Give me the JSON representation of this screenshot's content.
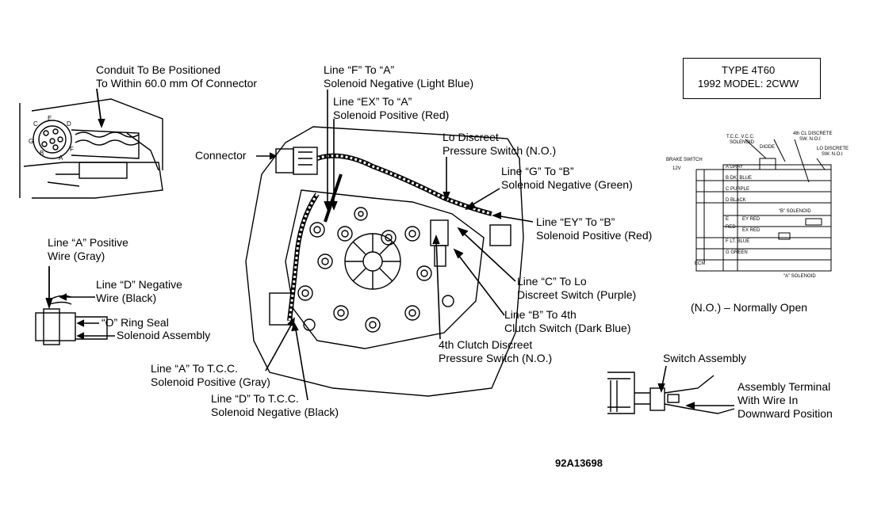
{
  "labels": {
    "conduit_1": "Conduit To Be Positioned",
    "conduit_2": "To Within 60.0 mm Of Connector",
    "line_f_1": "Line “F” To “A”",
    "line_f_2": "Solenoid Negative (Light Blue)",
    "line_ex_1": "Line “EX” To “A”",
    "line_ex_2": "Solenoid Positive (Red)",
    "lo_1": "Lo Discreet",
    "lo_2": "Pressure Switch (N.O.)",
    "line_g_1": "Line “G” To “B”",
    "line_g_2": "Solenoid Negative (Green)",
    "line_ey_1": "Line “EY” To “B”",
    "line_ey_2": "Solenoid Positive (Red)",
    "connector": "Connector",
    "line_a_pos_1": "Line “A” Positive",
    "line_a_pos_2": "Wire (Gray)",
    "line_d_neg_1": "Line “D” Negative",
    "line_d_neg_2": "Wire (Black)",
    "o_ring": "“O” Ring Seal",
    "solenoid_assembly": "Solenoid Assembly",
    "line_c_1": "Line “C” To Lo",
    "line_c_2": "Discreet Switch (Purple)",
    "line_b_1": "Line “B” To 4th",
    "line_b_2": "Clutch Switch (Dark Blue)",
    "clutch4_1": "4th Clutch Discreet",
    "clutch4_2": "Pressure Switch (N.O.)",
    "line_a_tcc_1": "Line “A” To T.C.C.",
    "line_a_tcc_2": "Solenoid Positive (Gray)",
    "line_d_tcc_1": "Line “D” To T.C.C.",
    "line_d_tcc_2": "Solenoid Negative (Black)",
    "no_legend": "(N.O.) – Normally Open",
    "switch_assembly": "Switch Assembly",
    "terminal_1": "Assembly Terminal",
    "terminal_2": "With Wire In",
    "terminal_3": "Downward Position",
    "figure_id": "92A13698"
  },
  "type_box": {
    "line1": "TYPE 4T60",
    "line2": "1992 MODEL: 2CWW"
  },
  "connector_pins": [
    "C",
    "E",
    "D",
    "G",
    "B",
    "A",
    "F"
  ],
  "schematic": {
    "tcc_label_1": "T.C.C. V.C.C.",
    "tcc_label_2": "SOLENOID",
    "diode": "DIODE",
    "cl4_1": "4th CL DISCRETE",
    "cl4_2": "SW. N.O.I",
    "lo_1": "LO DISCRETE",
    "lo_2": "SW. N.O.I",
    "brake_switch": "BRAKE SWITCH",
    "v12": "12V",
    "wires": [
      "A GRAY",
      "B DK. BLUE",
      "C PURPLE",
      "D BLACK",
      "E",
      "EY RED",
      "EX RED",
      "F LT. BLUE",
      "G GREEN"
    ],
    "red": "RED",
    "b_solenoid": "“B” SOLENOID",
    "a_solenoid": "“A” SOLENOID",
    "ecm": "ECM"
  }
}
